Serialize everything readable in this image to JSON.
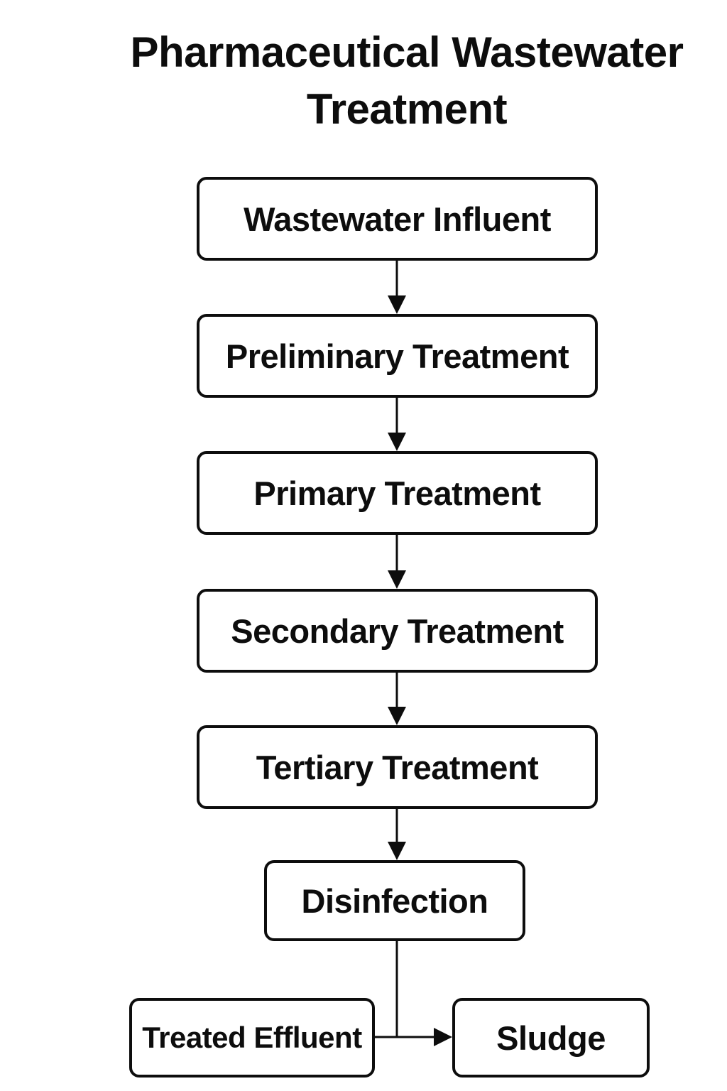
{
  "title": "Pharmaceutical Wastewater Treatment",
  "colors": {
    "background": "#ffffff",
    "node_fill": "#ffffff",
    "stroke": "#0d0d0d",
    "text": "#0d0d0d"
  },
  "nodes": [
    {
      "id": "wastewater-influent",
      "label": "Wastewater Influent"
    },
    {
      "id": "preliminary-treatment",
      "label": "Preliminary Treatment"
    },
    {
      "id": "primary-treatment",
      "label": "Primary Treatment"
    },
    {
      "id": "secondary-treatment",
      "label": "Secondary Treatment"
    },
    {
      "id": "tertiary-treatment",
      "label": "Tertiary Treatment"
    },
    {
      "id": "disinfection",
      "label": "Disinfection"
    },
    {
      "id": "treated-effluent",
      "label": "Treated Effluent"
    },
    {
      "id": "sludge",
      "label": "Sludge"
    }
  ],
  "edges": [
    {
      "from": "wastewater-influent",
      "to": "preliminary-treatment",
      "arrowhead": true
    },
    {
      "from": "preliminary-treatment",
      "to": "primary-treatment",
      "arrowhead": true
    },
    {
      "from": "primary-treatment",
      "to": "secondary-treatment",
      "arrowhead": true
    },
    {
      "from": "secondary-treatment",
      "to": "tertiary-treatment",
      "arrowhead": true
    },
    {
      "from": "tertiary-treatment",
      "to": "disinfection",
      "arrowhead": true
    },
    {
      "from": "disinfection",
      "to": "bottom-junction",
      "arrowhead": false
    },
    {
      "from": "treated-effluent",
      "to": "bottom-junction",
      "arrowhead": false
    },
    {
      "from": "bottom-junction",
      "to": "sludge",
      "arrowhead": true
    }
  ]
}
